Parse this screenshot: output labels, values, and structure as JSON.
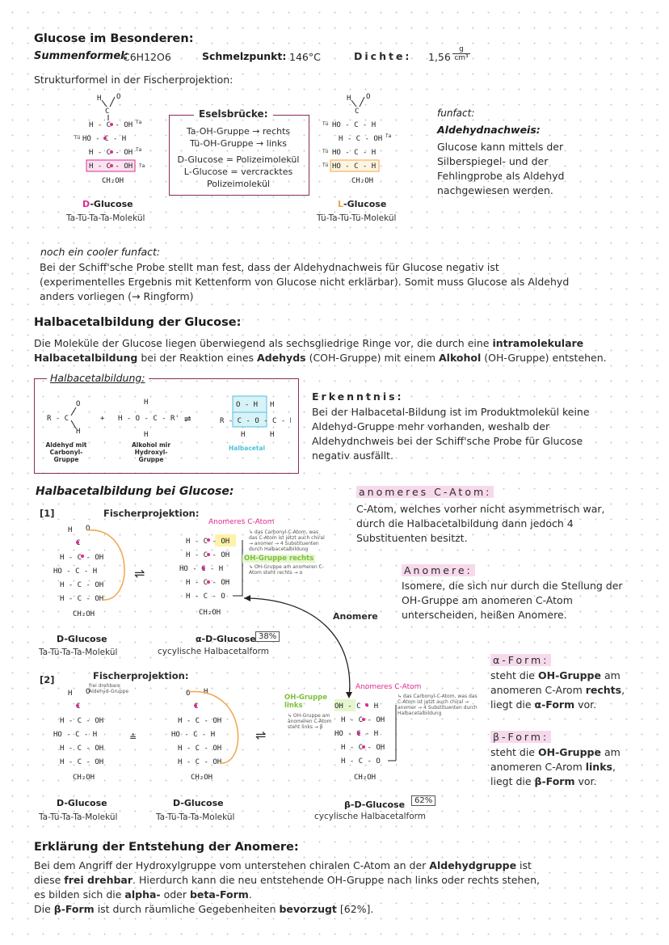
{
  "glucose": {
    "title": "Glucose im Besonderen:",
    "summenformel_label": "Summenformel:",
    "summenformel_value": "C6H12O6",
    "schmelz_label": "Schmelzpunkt:",
    "schmelz_value": "146°C",
    "dichte_label": "Dichte:",
    "dichte_value": "1,56",
    "dichte_unit_num": "g",
    "dichte_unit_den": "cm³",
    "struktur_label": "Strukturformel in der Fischerprojektion:",
    "d_glucose_label": "D-Glucose",
    "d_glucose_caption": "Ta-Tü-Ta-Ta-Molekül",
    "l_glucose_label": "L-Glucose",
    "l_glucose_caption": "Tü-Ta-Tü-Tü-Molekül"
  },
  "esels": {
    "title": "Eselsbrücke:",
    "line1": "Ta-OH-Gruppe → rechts",
    "line2": "Tü-OH-Gruppe → links",
    "line3": "D-Glucose = Polizeimolekül",
    "line4": "L-Glucose = vercracktes",
    "line5": "Polizeimolekül"
  },
  "funfact1": {
    "label": "funfact:",
    "title": "Aldehydnachweis:",
    "text": "Glucose kann mittels der Silberspiegel- und der Fehlingprobe als Aldehyd nachgewiesen werden."
  },
  "funfact2": {
    "label": "noch ein cooler funfact:",
    "line1": "Bei der Schiff'sche Probe stellt man fest, dass der Aldehydnachweis für Glucose negativ ist",
    "line2": "(experimentelles Ergebnis mit Kettenform von Glucose nicht erklärbar). Somit muss Glucose als Aldehyd",
    "line3": "anders vorliegen (→ Ringform)"
  },
  "halb": {
    "title": "Halbacetalbildung der Glucose:",
    "p1a": "Die Moleküle der Glucose liegen überwiegend als sechsgliedrige Ringe vor, die durch eine ",
    "p1b": "intramolekulare",
    "p2a": "Halbacetalbildung",
    "p2b": " bei der Reaktion eines ",
    "p2c": "Adehyds",
    "p2d": " (COH-Gruppe) mit einem ",
    "p2e": "Alkohol",
    "p2f": " (OH-Gruppe) entstehen.",
    "box_title": "Halbacetalbildung:",
    "aldehyd_label": "Aldehyd mit Carbonyl-Gruppe",
    "alkohol_label": "Alkohol mir Hydroxyl-Gruppe",
    "halbacetal_label": "Halbacetal",
    "erk_title": "Erkenntnis:",
    "erk_text": "Bei der Halbacetal-Bildung ist im Produktmolekül keine Aldehyd-Gruppe mehr vorhanden, weshalb der Aldehydnchweis bei der Schiff'sche Probe für Glucose negativ ausfällt."
  },
  "glucbildung": {
    "title": "Halbacetalbildung bei Glucose:",
    "n1": "[1]",
    "n2": "[2]",
    "fischer1": "Fischerprojektion:",
    "fischer2": "Fischerprojektion:",
    "anomer_c_label": "Anomeres C-Atom",
    "anomer_note": "↳ das Carbonyl-C-Atom, was das C-Atom ist jetzt auch chiral → anomer → 4 Substituenten durch Halbacetalbildung",
    "oh_rechts": "OH-Gruppe rechts",
    "oh_rechts_note": "↳ OH-Gruppe am anomeren C-Atom steht rechts → α",
    "oh_links": "OH-Gruppe links",
    "oh_links_note": "↳ OH-Gruppe am anomeren C-Atom steht links → β",
    "free_note": "frei drehbare Aldehyd-Gruppe",
    "d1": "D-Glucose",
    "d1cap": "Ta-Tü-Ta-Ta-Molekül",
    "alpha": "α-D-Glucose",
    "alpha_pct": "38%",
    "alpha_cap": "cycylische Halbacetalform",
    "anomere_arrow": "Anomere",
    "d2": "D-Glucose",
    "d2cap": "Ta-Tü-Ta-Ta-Molekül",
    "d3": "D-Glucose",
    "d3cap": "Ta-Tü-Ta-Ta-Molekül",
    "beta": "β-D-Glucose",
    "beta_pct": "62%",
    "beta_cap": "cycylische Halbacetalform"
  },
  "defs": {
    "anomer_c_title": "anomeres C-Atom:",
    "anomer_c_text": "C-Atom, welches vorher nicht asymmetrisch war, durch die Halbacetalbildung dann jedoch 4 Substituenten besitzt.",
    "anomere_title": "Anomere:",
    "anomere_text": "Isomere, die sich nur durch die Stellung der OH-Gruppe am anomeren C-Atom unterscheiden, heißen Anomere.",
    "alpha_title": "α-Form:",
    "alpha_t1": "steht die ",
    "alpha_t2": "OH-Gruppe",
    "alpha_t3": " am anomeren C-Arom ",
    "alpha_t4": "rechts",
    "alpha_t5": ", liegt die ",
    "alpha_t6": "α-Form",
    "alpha_t7": " vor.",
    "beta_title": "β-Form:",
    "beta_t1": "steht die ",
    "beta_t2": "OH-Gruppe",
    "beta_t3": " am anomeren C-Arom ",
    "beta_t4": "links",
    "beta_t5": ", liegt die ",
    "beta_t6": "β-Form",
    "beta_t7": " vor."
  },
  "erklaerung": {
    "title": "Erklärung der Entstehung der Anomere:",
    "l1a": "Bei dem Angriff der Hydroxylgruppe vom unterstehen chiralen C-Atom an der ",
    "l1b": "Aldehydgruppe",
    "l1c": " ist",
    "l2a": "diese ",
    "l2b": "frei drehbar",
    "l2c": ". Hierdurch kann die neu entstehende OH-Gruppe nach links oder rechts stehen,",
    "l3a": "es bilden sich die ",
    "l3b": "alpha-",
    "l3c": " oder ",
    "l3d": "beta-Form",
    "l3e": ".",
    "l4a": "Die ",
    "l4b": "β-Form",
    "l4c": " ist durch räumliche Gegebenheiten ",
    "l4d": "bevorzugt",
    "l4e": " [62%]."
  },
  "colors": {
    "accent_pink": "#e0298f",
    "box_border": "#8a2b5c",
    "orange": "#f0a54a",
    "cyan": "#4fc3d9",
    "yellow": "#fff2a8",
    "green": "#c8ec9a"
  }
}
